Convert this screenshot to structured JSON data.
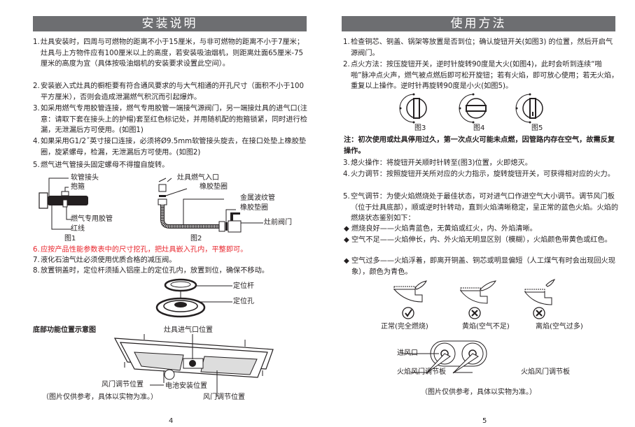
{
  "left_page": {
    "title": "安装说明",
    "items": [
      {
        "num": "1.",
        "text": "灶具安装时，四周与可燃物的距离不小于15厘米，与非可燃物的距离不小于7厘米；灶具与上方物件应有100厘米以上的高度，若安装吸油烟机，则距离灶面65厘米-75厘米的高度为宜（具体按吸油烟机的安装要求设置此空间）。"
      },
      {
        "num": "2.",
        "text": "安装嵌入式灶具的橱柜要有符合通风要求的与大气相通的开孔尺寸（面积不小于100平方厘米），否则会造成泄漏燃气积沉而引起爆炸。"
      },
      {
        "num": "3.",
        "text": "如采用燃气专用胶管连接，燃气专用胶管一端接气源阀门，另一端接灶具的进气口(注意：请取下套在接头上的护帽)套至红色标记处，并用随机配的抱箍锁紧，同时进行检漏，无泄漏后方可使用。(如图1)"
      },
      {
        "num": "4.",
        "text": "如果采用G1/2˝英寸接口连接，必须将Ø9.5mm软管接头旋去，在接口处垫上橡胶垫圈，旋紧螺母，检漏，无泄漏后方可使用。(如图2)"
      },
      {
        "num": "5.",
        "text": "燃气进气管接头固定螺母不得擅自旋转。"
      },
      {
        "num": "6.",
        "text": "应按产品性能参数表中的尺寸挖孔，把灶具嵌入孔内，平整即可。",
        "color": "#e8262d"
      },
      {
        "num": "7.",
        "text": "液化石油气灶必须使用优质合格的减压阀。"
      },
      {
        "num": "8.",
        "text": "放置铜盖时，定位杆须插入铝座上的定位孔内，放置到位，确保不移动。"
      }
    ],
    "fig1": {
      "caption": "图1",
      "labels": [
        "软管接头",
        "抱箍",
        "燃气专用胶管",
        "红线"
      ]
    },
    "fig2": {
      "caption": "图2",
      "labels": [
        "灶具燃气入口",
        "橡胶垫圈",
        "金属波纹管",
        "橡胶垫圈",
        "灶前阀门"
      ]
    },
    "burner_fig": {
      "labels": [
        "定位杆",
        "定位孔"
      ]
    },
    "bottom_fig": {
      "heading": "底部功能位置示意图",
      "labels": {
        "inlet": "灶具进气口位置",
        "damper_left": "风门调节位置",
        "battery": "电池安装位置",
        "damper_right": "风门调节位置"
      },
      "note": "（图片仅供参考，具体以实物为准。）"
    },
    "page_number": "4"
  },
  "right_page": {
    "title": "使用方法",
    "items_top": [
      {
        "num": "1.",
        "text": "检查铜芯、铜盖、锅架等放置是否到位；确认旋钮开关(如图3) 的位置，然后开启气源阀门。"
      },
      {
        "num": "2.",
        "text": "点火方法：按压旋钮开关，逆时针旋转90度是大火(如图4)，此时会听到连续“啪啪”脉冲点火声，燃气被点燃后即可松开旋钮；若有火焰，即可放心使用；若无火焰，重复以上操作。逆时针再旋转90度是小火(如图5)。"
      }
    ],
    "knob_figs": [
      {
        "caption": "图3",
        "state": "off"
      },
      {
        "caption": "图4",
        "state": "high"
      },
      {
        "caption": "图5",
        "state": "low"
      }
    ],
    "note": "注：初次使用或灶具停用过久，第一次点火可能未点燃，因管路内存在空气，故需反复操作。",
    "items_bottom": [
      {
        "num": "3.",
        "text": "熄火操作：将旋钮开关顺时针转至(图3)位置，火即熄灭。"
      },
      {
        "num": "4.",
        "text": "火力调节：按照旋钮开关所对应的火力指示，旋转旋钮开关，可获得相对应的火力。"
      },
      {
        "num": "5.",
        "text": "空气调节：为使火焰燃烧处于最佳状态，可对进气口作进空气大小调节。调节风门板（位于灶具底部），顺或逆时针转动，直到火焰清晰稳定，呈正常的蓝色火焰。火焰的燃烧状态鉴别如下："
      }
    ],
    "flame_states": [
      {
        "bullet": "◆",
        "text": "燃烧良好——火焰青蓝色，无黄焰或红火，内、外焰清晰。"
      },
      {
        "bullet": "◆",
        "text": "空气不足——火焰伸长，内、外火焰无明显区别（模糊），火焰颜色带黄色或红色。"
      },
      {
        "bullet": "◆",
        "text": "空气过多——火焰浮着，即离开铜盖、铜芯或明显偏短（人工煤气有时会出现回火现象），颜色为青色。"
      }
    ],
    "flame_figs": [
      {
        "caption": "正常(完全燃烧)",
        "icon": "check"
      },
      {
        "caption": "黄焰(空气不足)",
        "icon": "cross"
      },
      {
        "caption": "离焰(空气过多)",
        "icon": "cross"
      }
    ],
    "damper_fig": {
      "labels": {
        "inlet": "进风口",
        "left_plate": "火焰风门调节板",
        "right_plate": "火焰风门调节板"
      },
      "note": "（图片仅供参考，具体以实物为准。）"
    },
    "page_number": "5"
  },
  "colors": {
    "title_bar": "#6d6e71",
    "warning_red": "#e8262d",
    "text": "#231f20"
  }
}
